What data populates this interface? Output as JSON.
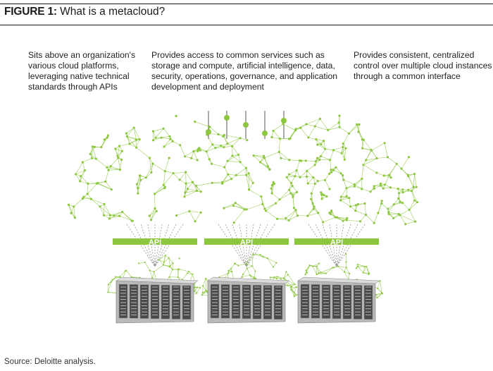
{
  "figure": {
    "label": "FIGURE 1:",
    "title": "What is a metacloud?"
  },
  "descriptions": [
    "Sits above an organization's various cloud platforms, leveraging native technical standards through APIs",
    "Provides access to common services such as storage and compute, artificial intelligence, data, security, operations, governance, and application development and deployment",
    "Provides consistent, centralized control over multiple cloud instances through a common interface"
  ],
  "api_bars": [
    {
      "label": "API"
    },
    {
      "label": "API"
    },
    {
      "label": "API"
    }
  ],
  "controls": {
    "slider_levels": [
      0.25,
      0.75,
      0.5,
      0.2,
      0.65
    ]
  },
  "colors": {
    "accent_green": "#8dc63f",
    "rule": "#1a1a1a",
    "server_dark": "#4a4a4a"
  },
  "source": "Source: Deloitte analysis."
}
